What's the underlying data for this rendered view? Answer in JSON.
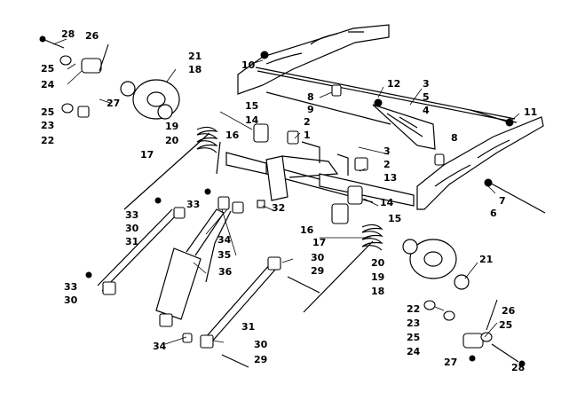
{
  "diagram": {
    "callouts": [
      {
        "id": "c28a",
        "label": "28"
      },
      {
        "id": "c26a",
        "label": "26"
      },
      {
        "id": "c25a",
        "label": "25"
      },
      {
        "id": "c24a",
        "label": "24"
      },
      {
        "id": "c21a",
        "label": "21"
      },
      {
        "id": "c18a",
        "label": "18"
      },
      {
        "id": "c27a",
        "label": "27"
      },
      {
        "id": "c25b",
        "label": "25"
      },
      {
        "id": "c23a",
        "label": "23"
      },
      {
        "id": "c22a",
        "label": "22"
      },
      {
        "id": "c19a",
        "label": "19"
      },
      {
        "id": "c20a",
        "label": "20"
      },
      {
        "id": "c17a",
        "label": "17"
      },
      {
        "id": "c16a",
        "label": "16"
      },
      {
        "id": "c15a",
        "label": "15"
      },
      {
        "id": "c14a",
        "label": "14"
      },
      {
        "id": "c2a",
        "label": "2"
      },
      {
        "id": "c1",
        "label": "1"
      },
      {
        "id": "c10",
        "label": "10"
      },
      {
        "id": "c8a",
        "label": "8"
      },
      {
        "id": "c9",
        "label": "9"
      },
      {
        "id": "c12",
        "label": "12"
      },
      {
        "id": "c3a",
        "label": "3"
      },
      {
        "id": "c5",
        "label": "5"
      },
      {
        "id": "c4",
        "label": "4"
      },
      {
        "id": "c8b",
        "label": "8"
      },
      {
        "id": "c11",
        "label": "11"
      },
      {
        "id": "c3b",
        "label": "3"
      },
      {
        "id": "c2b",
        "label": "2"
      },
      {
        "id": "c13",
        "label": "13"
      },
      {
        "id": "c7",
        "label": "7"
      },
      {
        "id": "c6",
        "label": "6"
      },
      {
        "id": "c14b",
        "label": "14"
      },
      {
        "id": "c15b",
        "label": "15"
      },
      {
        "id": "c16b",
        "label": "16"
      },
      {
        "id": "c32",
        "label": "32"
      },
      {
        "id": "c33a",
        "label": "33"
      },
      {
        "id": "c33b",
        "label": "33"
      },
      {
        "id": "c30a",
        "label": "30"
      },
      {
        "id": "c31a",
        "label": "31"
      },
      {
        "id": "c34a",
        "label": "34"
      },
      {
        "id": "c35",
        "label": "35"
      },
      {
        "id": "c36",
        "label": "36"
      },
      {
        "id": "c17b",
        "label": "17"
      },
      {
        "id": "c20b",
        "label": "20"
      },
      {
        "id": "c19b",
        "label": "19"
      },
      {
        "id": "c18b",
        "label": "18"
      },
      {
        "id": "c21b",
        "label": "21"
      },
      {
        "id": "c30b",
        "label": "30"
      },
      {
        "id": "c29a",
        "label": "29"
      },
      {
        "id": "c33c",
        "label": "33"
      },
      {
        "id": "c30c",
        "label": "30"
      },
      {
        "id": "c22b",
        "label": "22"
      },
      {
        "id": "c26b",
        "label": "26"
      },
      {
        "id": "c23b",
        "label": "23"
      },
      {
        "id": "c25c",
        "label": "25"
      },
      {
        "id": "c25d",
        "label": "25"
      },
      {
        "id": "c24b",
        "label": "24"
      },
      {
        "id": "c27b",
        "label": "27"
      },
      {
        "id": "c28b",
        "label": "28"
      },
      {
        "id": "c31b",
        "label": "31"
      },
      {
        "id": "c34b",
        "label": "34"
      },
      {
        "id": "c30d",
        "label": "30"
      },
      {
        "id": "c29b",
        "label": "29"
      }
    ]
  }
}
